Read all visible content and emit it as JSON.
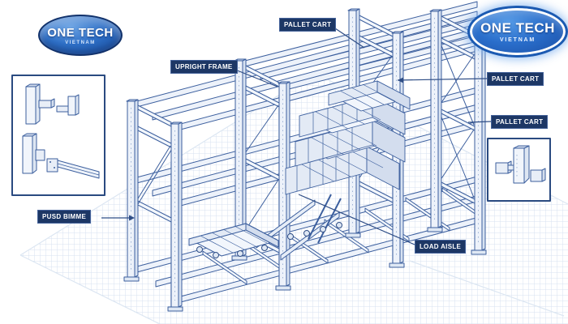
{
  "logo_left": {
    "title": "ONE TECH",
    "subtitle": "VIETNAM"
  },
  "logo_right": {
    "title": "ONE TECH",
    "subtitle": "VIETNAM"
  },
  "callouts": {
    "pallet_cart_top": "PALLET CART",
    "upright_frame": "UPRIGHT FRAME",
    "pallet_cart_right_1": "PALLET CART",
    "pallet_cart_right_2": "PALLET CART",
    "push_beam": "PUSD BIMME",
    "load_aisle": "LOAD AISLE"
  },
  "colors": {
    "label_background": "#1d3765",
    "label_text": "#ffffff",
    "line_blue": "#3c5f9e",
    "dark_line_blue": "#2e4d86",
    "logo_blue": "#2a6ecb",
    "grid_blue": "#d7e2f0",
    "fill_light": "#edf2fa"
  }
}
